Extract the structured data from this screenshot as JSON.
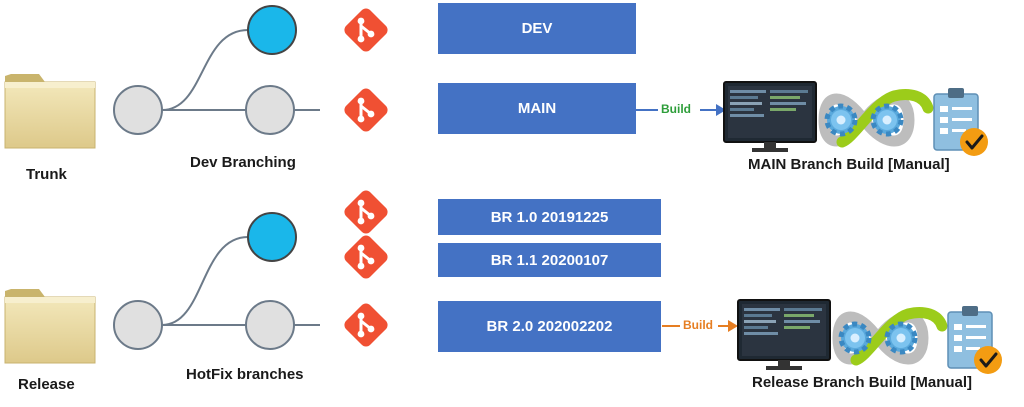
{
  "labels": {
    "trunk": "Trunk",
    "release": "Release",
    "dev_branching": "Dev Branching",
    "hotfix_branches": "HotFix branches",
    "main_build": "MAIN Branch Build [Manual]",
    "release_build": "Release Branch Build [Manual]"
  },
  "branches": {
    "dev": "DEV",
    "main": "MAIN",
    "br10": "BR 1.0 20191225",
    "br11": "BR 1.1 20200107",
    "br20": "BR 2.0 202002202"
  },
  "build_arrows": {
    "main": "Build",
    "release": "Build"
  },
  "colors": {
    "branch_box": "#4472c4",
    "git_logo": "#f05033",
    "active_node": "#1ab7ea",
    "inactive_node": "#e0e0e0",
    "main_build_arrow": "#2e9e3a",
    "release_build_arrow": "#e67e22",
    "folder": "#e8d9a0"
  },
  "icons": [
    "folder-icon",
    "git-icon",
    "monitor-icon",
    "infinity-icon",
    "gear-icon",
    "clipboard-check-icon"
  ]
}
